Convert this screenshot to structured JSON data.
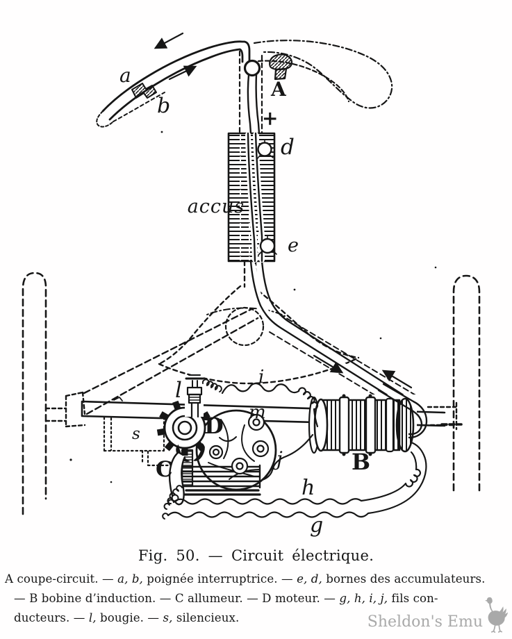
{
  "page": {
    "background": "#ffffff",
    "ink": "#161616"
  },
  "figure": {
    "caption": "Fig. 50. — Circuit électrique.",
    "labels": {
      "grip_a": "a",
      "grip_b": "b",
      "cutout": "A",
      "plus": "+",
      "terminal_d": "d",
      "accumulator": "accus",
      "terminal_e": "e",
      "spark_plug": "l",
      "wire_i": "i",
      "wire_m": "m",
      "silencer": "s",
      "motor": "D",
      "igniter": "C",
      "coil": "B",
      "wire_j": "j",
      "wire_h": "h",
      "wire_g": "g"
    },
    "legend_lines": [
      [
        {
          "t": "A coupe-circuit. — "
        },
        {
          "t": "a, b,",
          "i": true
        },
        {
          "t": " poignée interruptrice. — "
        },
        {
          "t": "e, d,",
          "i": true
        },
        {
          "t": " bornes des accumulateurs."
        }
      ],
      [
        {
          "t": "— B bobine d’induction. — C allumeur. — D moteur. — "
        },
        {
          "t": "g, h, i, j,",
          "i": true
        },
        {
          "t": " fils con-"
        }
      ],
      [
        {
          "t": "ducteurs. — "
        },
        {
          "t": "l,",
          "i": true
        },
        {
          "t": " bougie. — "
        },
        {
          "t": "s,",
          "i": true
        },
        {
          "t": " silencieux."
        }
      ]
    ]
  },
  "watermark": {
    "text": "Sheldon's Emu",
    "icon": "emu-icon",
    "color": "#a9a9a9"
  }
}
